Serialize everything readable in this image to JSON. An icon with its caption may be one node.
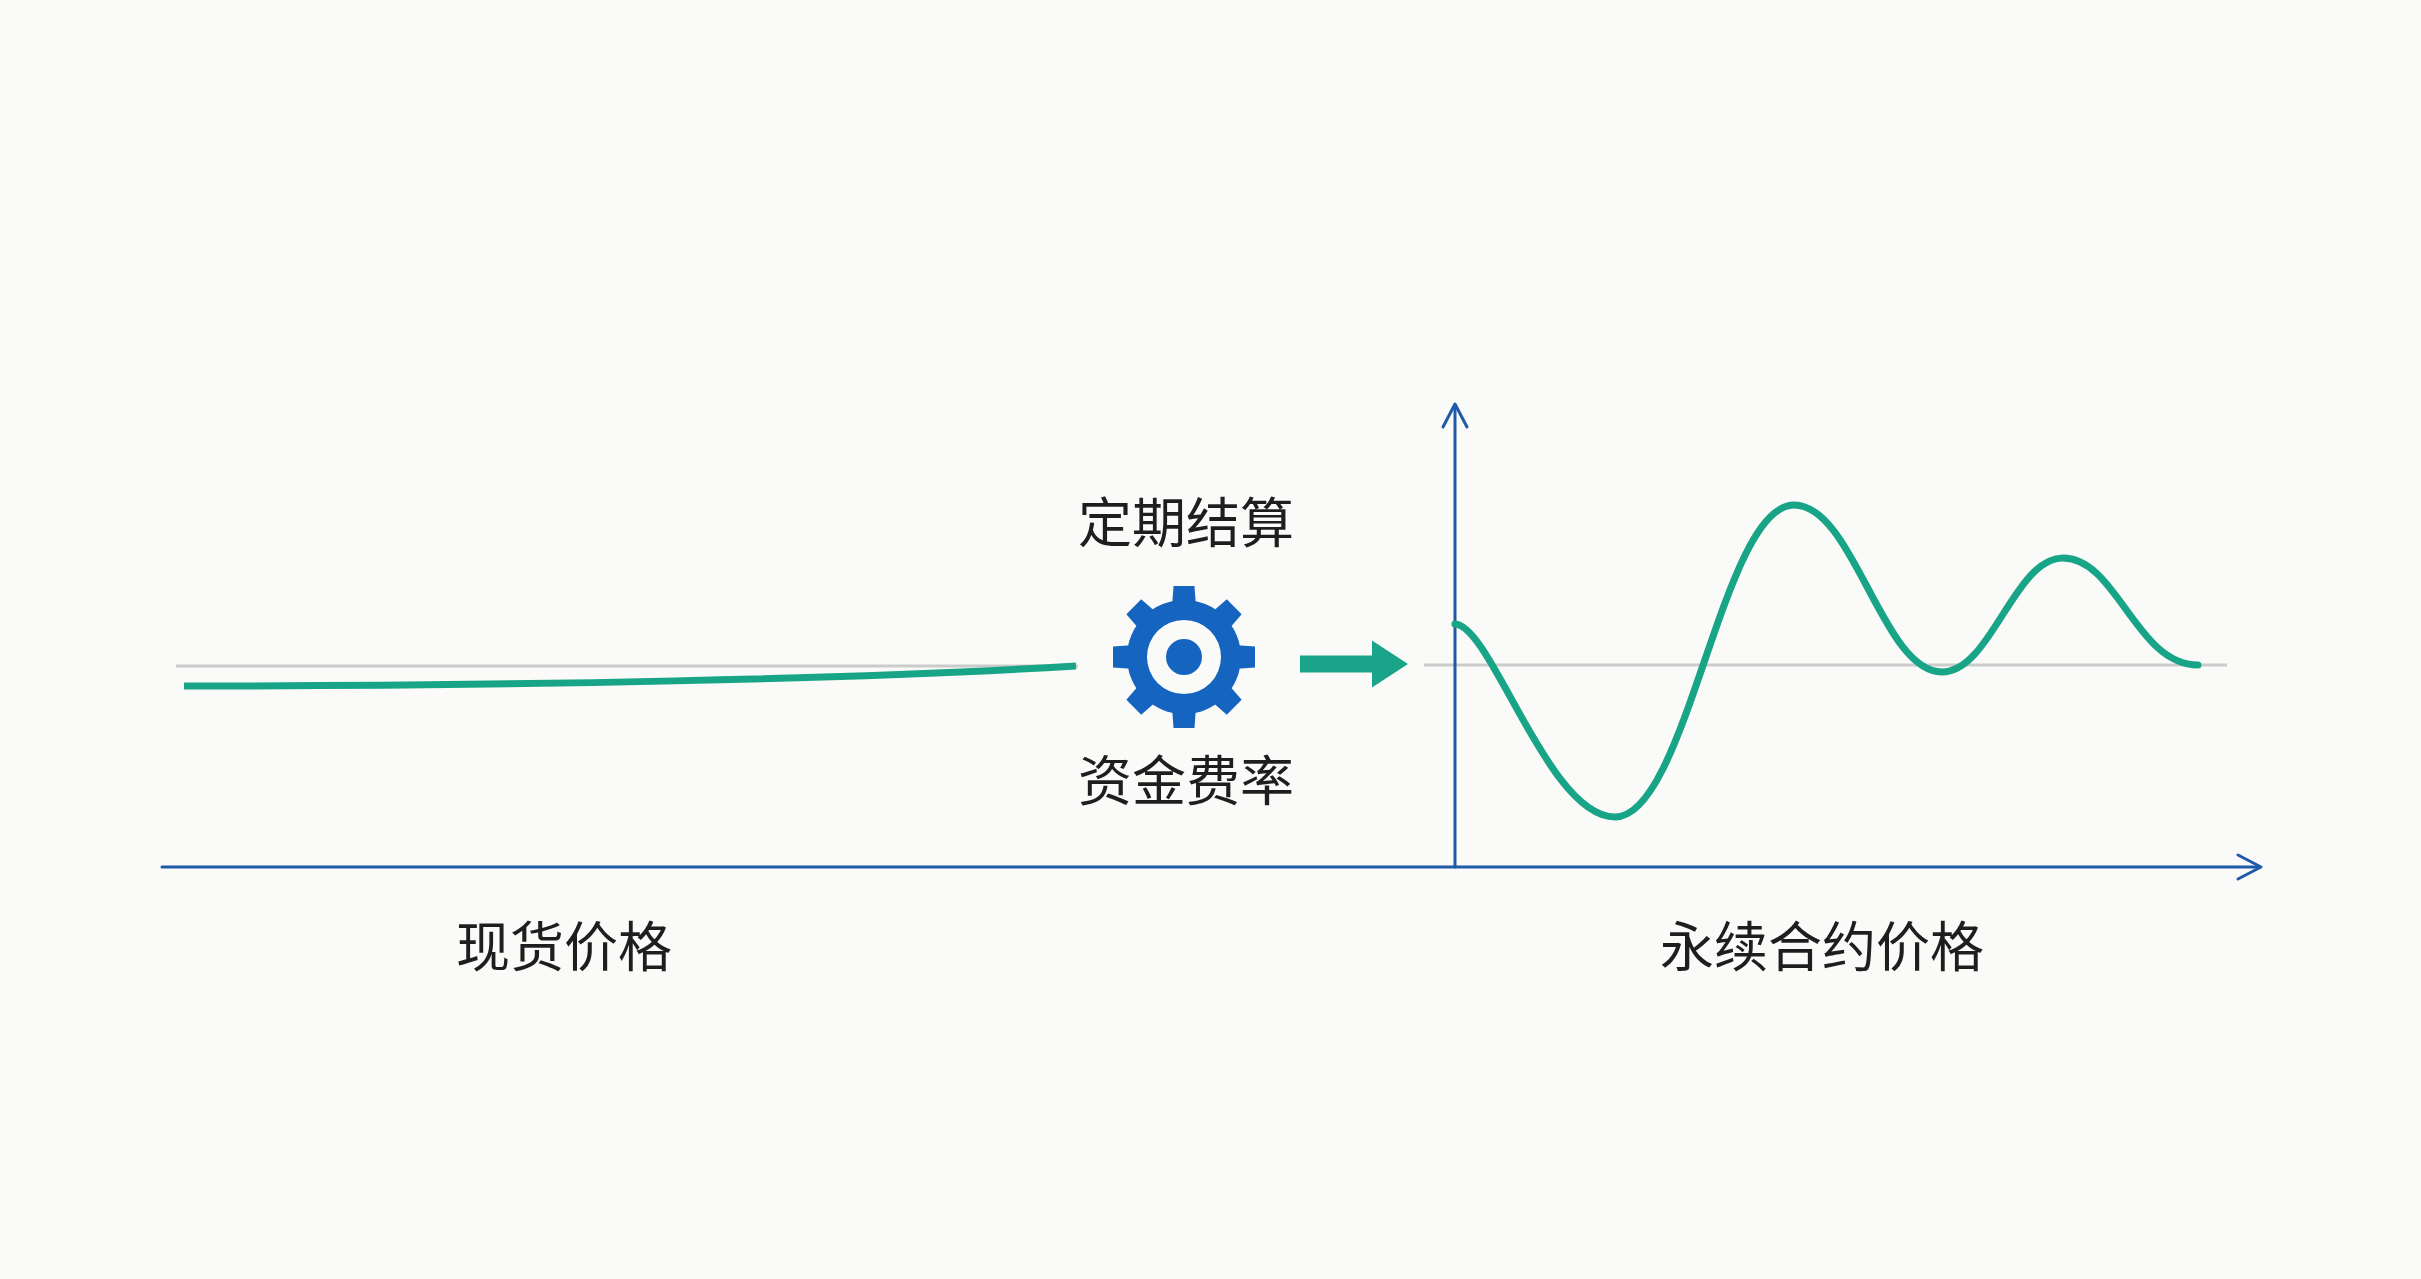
{
  "diagram": {
    "nodes": [
      {
        "text": [
          "现货价格"
        ]
      },
      {
        "text": [
          "定期结算",
          "资金费率"
        ]
      },
      {
        "text": [
          "永续合约价格"
        ]
      }
    ],
    "edges": [
      {
        "from": 1,
        "to": 2,
        "arrow": "to"
      }
    ]
  }
}
